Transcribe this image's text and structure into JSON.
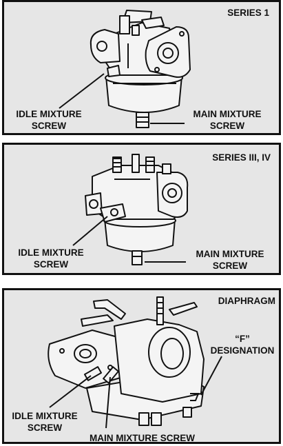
{
  "panels": [
    {
      "title": "SERIES 1",
      "idle_label": [
        "IDLE MIXTURE",
        "SCREW"
      ],
      "main_label": [
        "MAIN MIXTURE",
        "SCREW"
      ]
    },
    {
      "title": "SERIES III, IV",
      "idle_label": [
        "IDLE MIXTURE",
        "SCREW"
      ],
      "main_label": [
        "MAIN MIXTURE",
        "SCREW"
      ]
    },
    {
      "title": "DIAPHRAGM",
      "f_label": [
        "“F”",
        "DESIGNATION"
      ],
      "idle_label": [
        "IDLE MIXTURE",
        "SCREW"
      ],
      "main_label": "MAIN MIXTURE SCREW"
    }
  ],
  "colors": {
    "panel_bg": "#e6e6e6",
    "ink": "#111111",
    "metal": "#f4f4f4"
  },
  "icons": [
    "carburetor-series-1-drawing",
    "carburetor-series-3-4-drawing",
    "carburetor-diaphragm-drawing"
  ]
}
